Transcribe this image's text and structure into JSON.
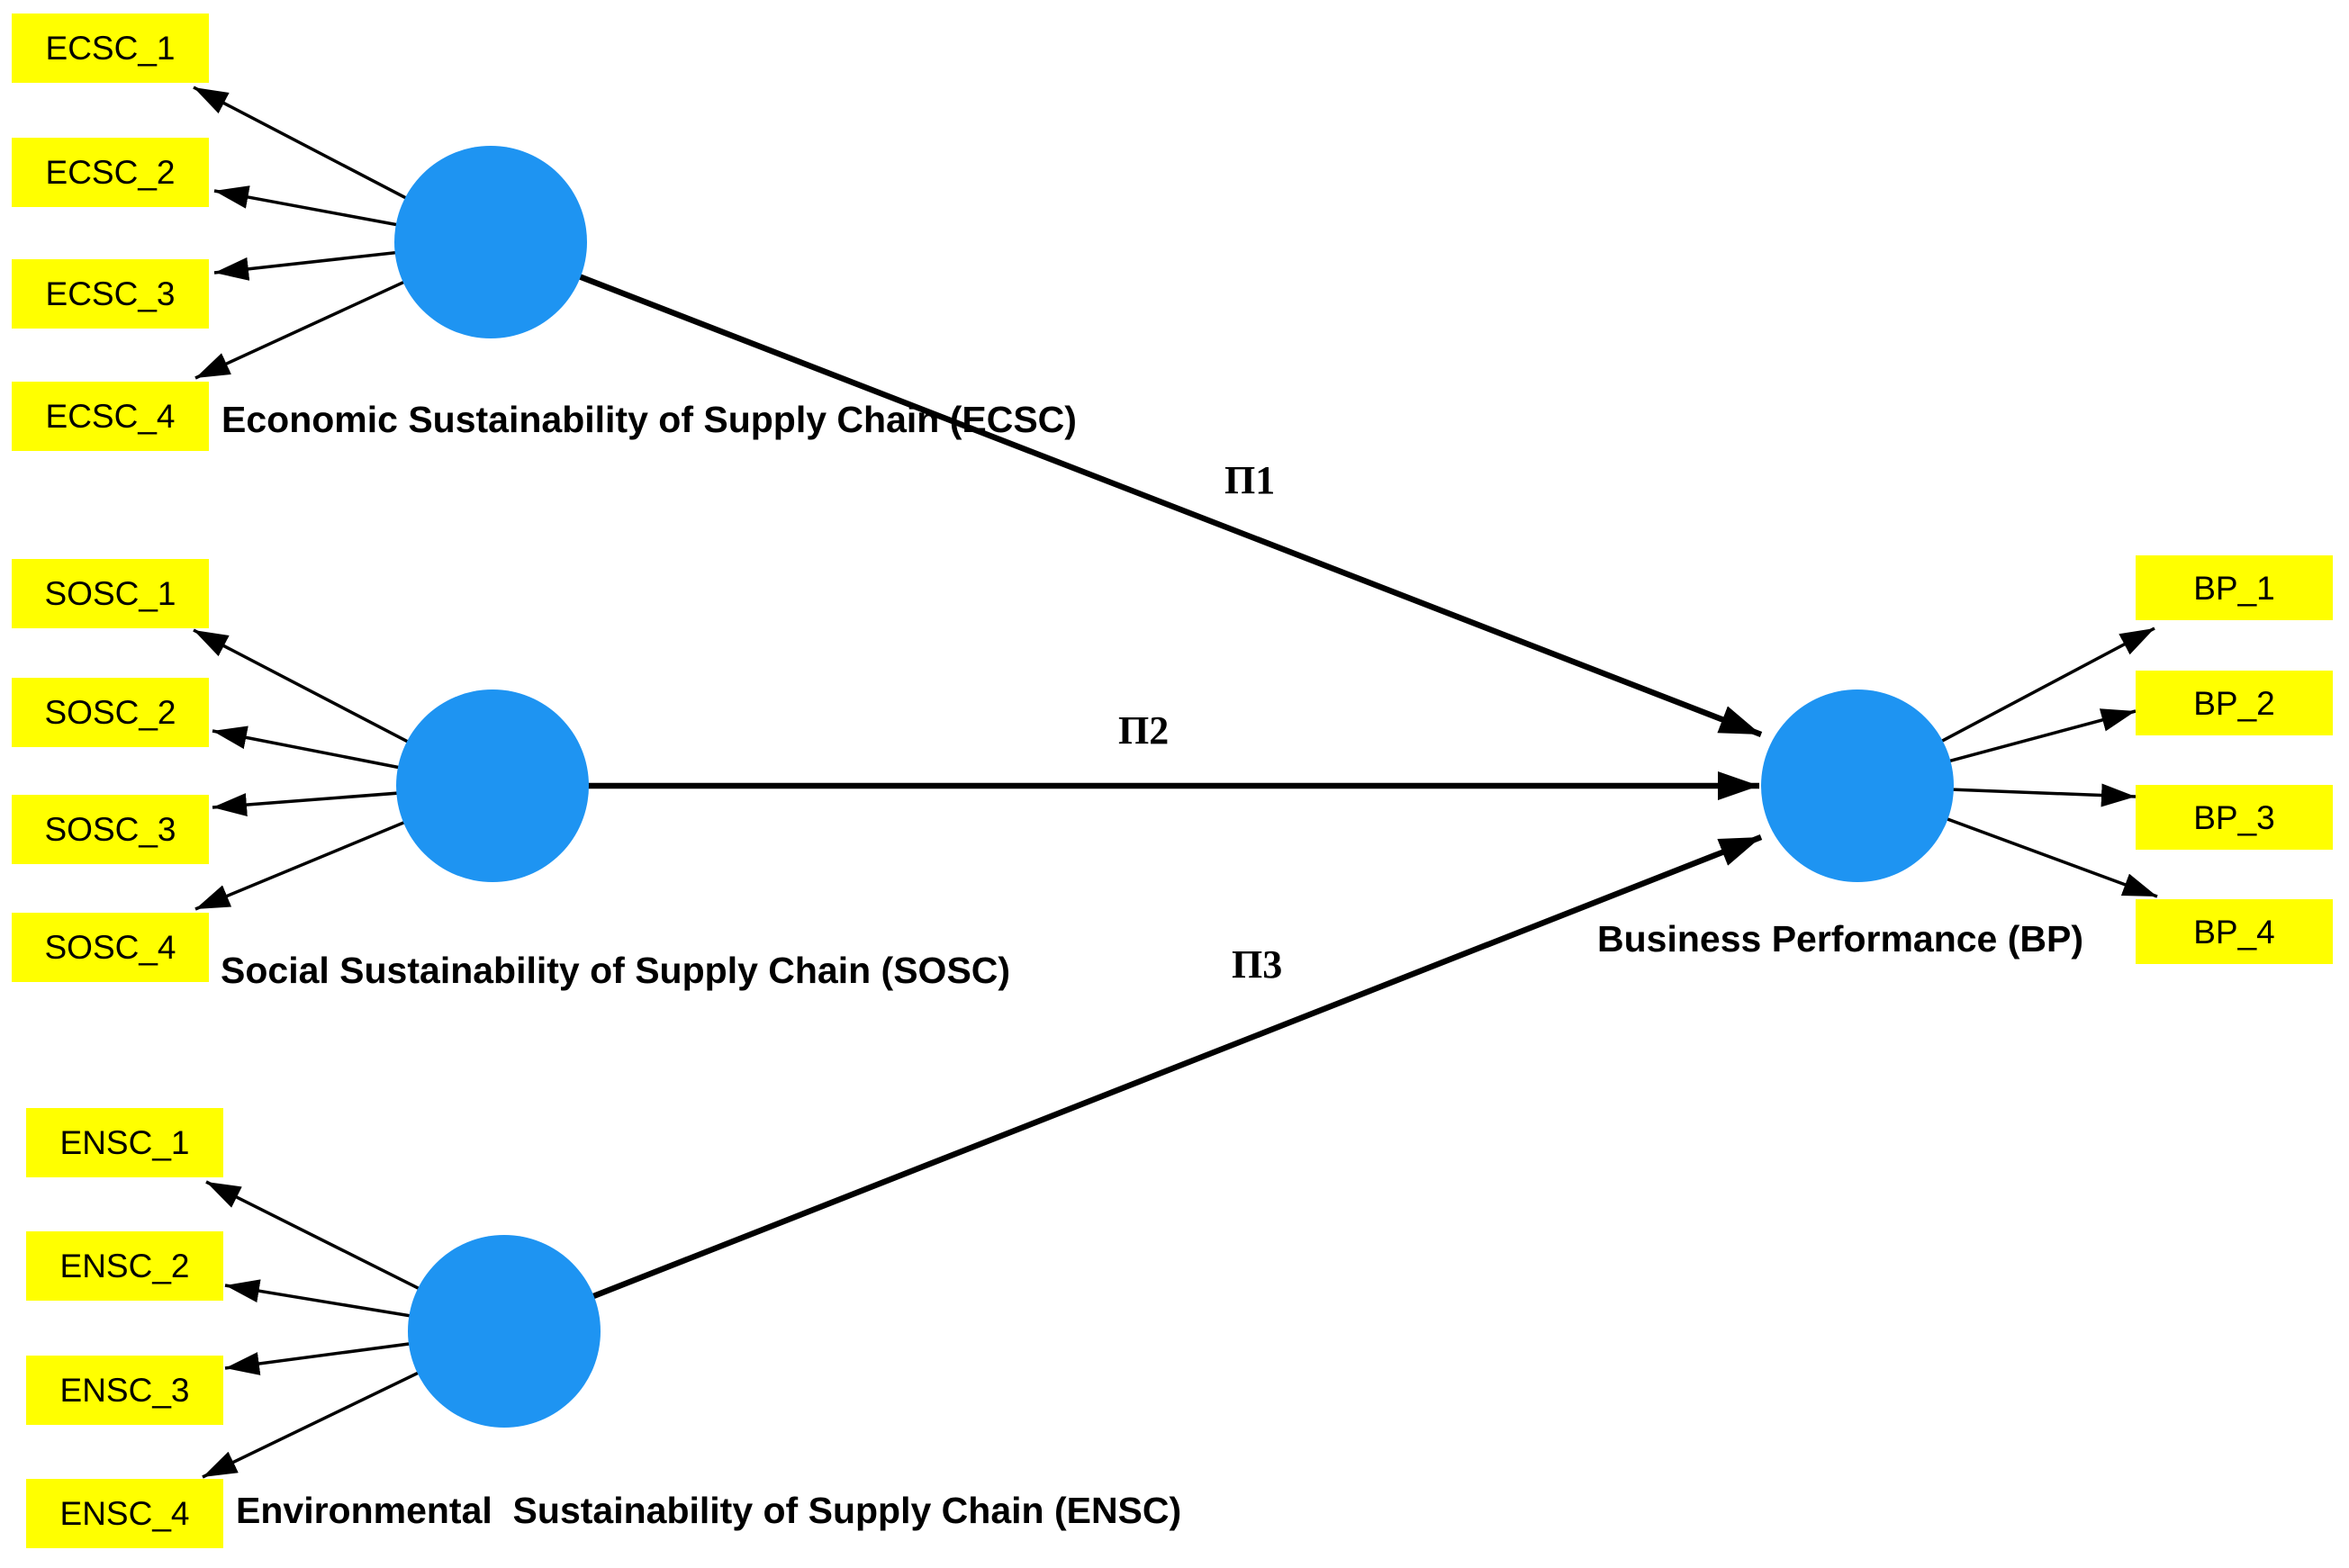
{
  "diagram": {
    "type": "structural-equation-model",
    "background_color": "#FFFFFF",
    "colors": {
      "latent_fill": "#1E94F2",
      "indicator_fill": "#FFFF00",
      "line": "#000000",
      "text": "#000000"
    },
    "constructs": [
      {
        "name": "ECSC",
        "title": "Economic Sustainability of Supply Chain (ECSC)",
        "indicators": [
          "ECSC_1",
          "ECSC_2",
          "ECSC_3",
          "ECSC_4"
        ]
      },
      {
        "name": "SOSC",
        "title": "Social Sustainability of Supply Chain (SOSC)",
        "indicators": [
          "SOSC_1",
          "SOSC_2",
          "SOSC_3",
          "SOSC_4"
        ]
      },
      {
        "name": "ENSC",
        "title": "Environmental  Sustainability of Supply Chain (ENSC)",
        "indicators": [
          "ENSC_1",
          "ENSC_2",
          "ENSC_3",
          "ENSC_4"
        ]
      },
      {
        "name": "BP",
        "title": "Business Performance (BP)",
        "indicators": [
          "BP_1",
          "BP_2",
          "BP_3",
          "BP_4"
        ]
      }
    ],
    "hypothesis_paths": [
      {
        "label": "Π1",
        "from": "ECSC",
        "to": "BP"
      },
      {
        "label": "Π2",
        "from": "SOSC",
        "to": "BP"
      },
      {
        "label": "Π3",
        "from": "ENSC",
        "to": "BP"
      }
    ]
  }
}
